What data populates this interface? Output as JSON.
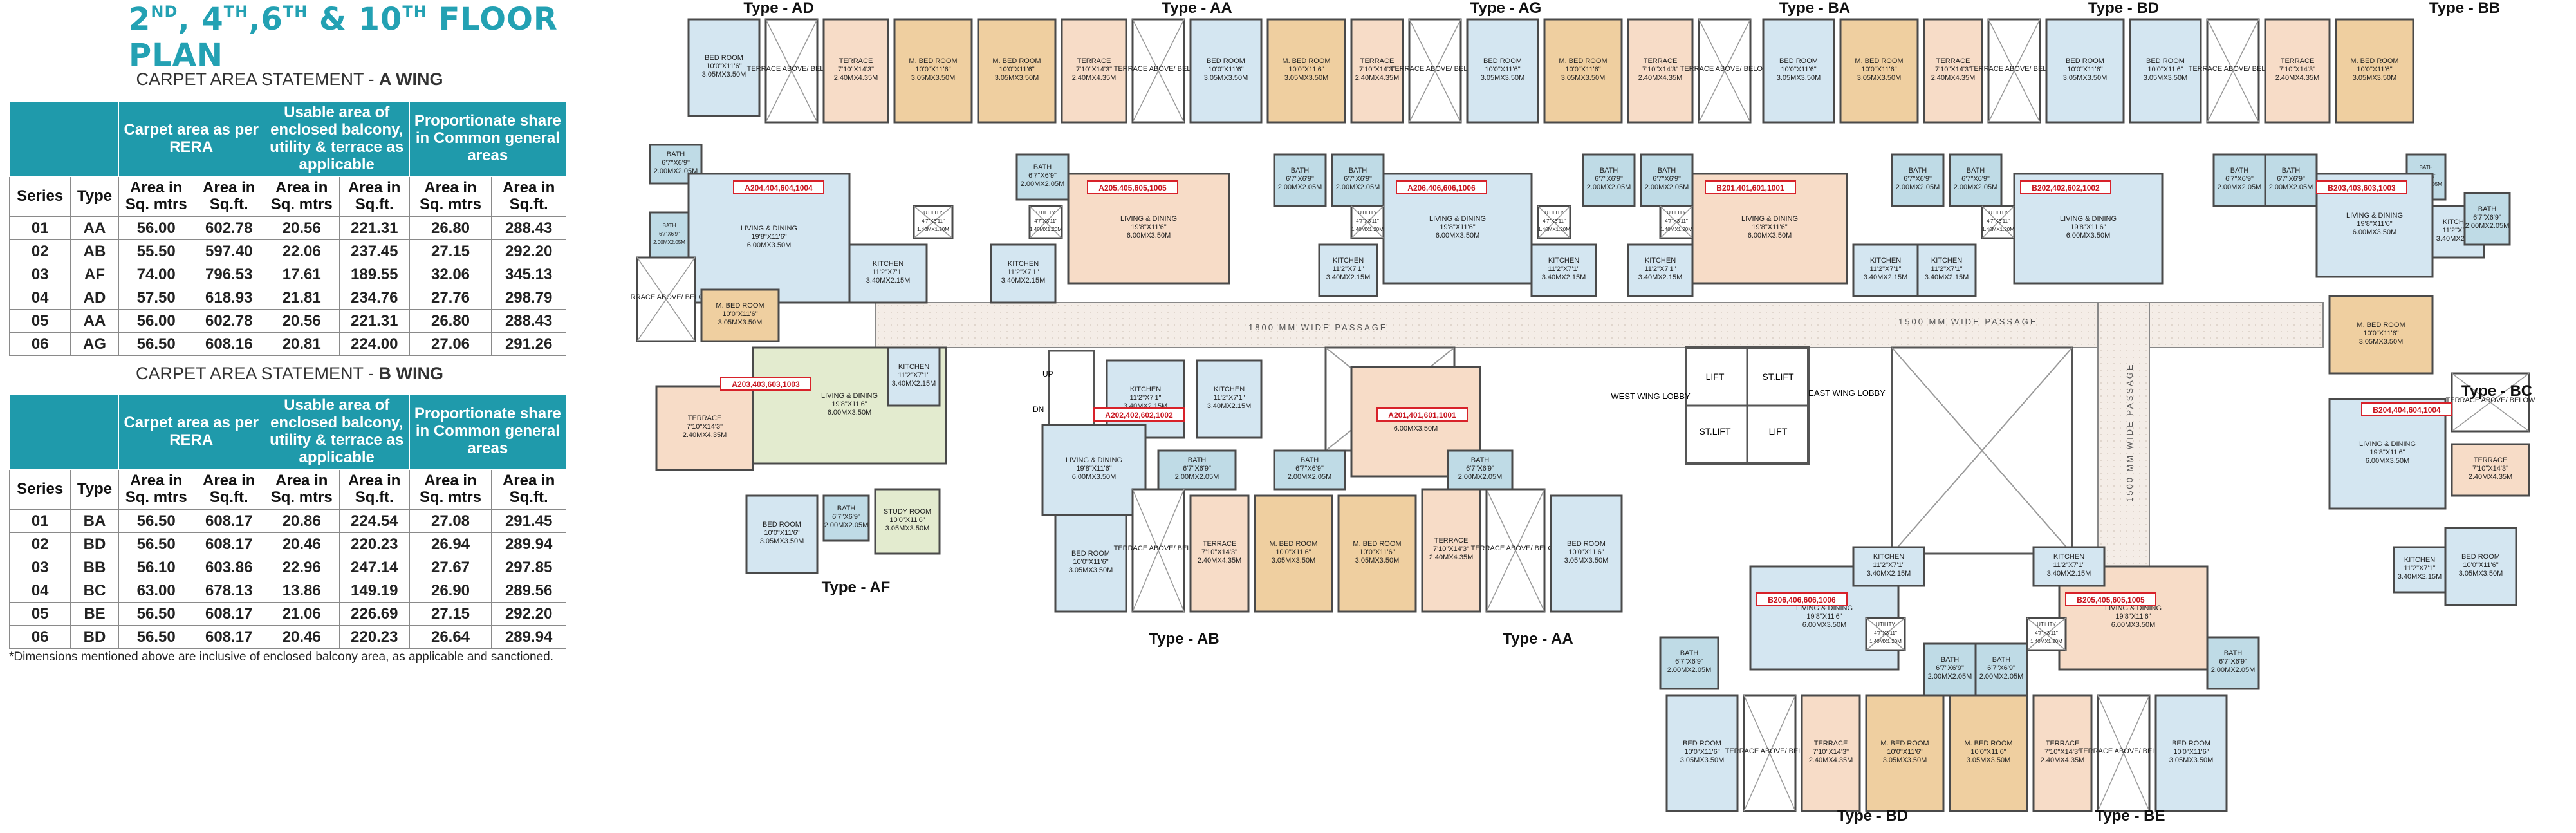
{
  "title": {
    "p1": "2",
    "s1": "ND",
    "p2": ", 4",
    "s2": "TH",
    "p3": ",6",
    "s3": "TH",
    "p4": " & 10",
    "s4": "TH",
    "p5": " FLOOR PLAN"
  },
  "a_statement": {
    "label": "CARPET AREA STATEMENT - ",
    "wing": "A WING"
  },
  "b_statement": {
    "label": "CARPET AREA STATEMENT - ",
    "wing": "B WING"
  },
  "table_headers": {
    "series": "Series",
    "type": "Type",
    "carpet": "Carpet area as per RERA",
    "usable": "Usable area of enclosed balcony, utility & terrace as applicable",
    "share": "Proportionate share in Common general areas",
    "sq_mtrs": "Area in Sq. mtrs",
    "sq_ft": "Area in Sq.ft."
  },
  "a_rows": [
    [
      "01",
      "AA",
      "56.00",
      "602.78",
      "20.56",
      "221.31",
      "26.80",
      "288.43"
    ],
    [
      "02",
      "AB",
      "55.50",
      "597.40",
      "22.06",
      "237.45",
      "27.15",
      "292.20"
    ],
    [
      "03",
      "AF",
      "74.00",
      "796.53",
      "17.61",
      "189.55",
      "32.06",
      "345.13"
    ],
    [
      "04",
      "AD",
      "57.50",
      "618.93",
      "21.81",
      "234.76",
      "27.76",
      "298.79"
    ],
    [
      "05",
      "AA",
      "56.00",
      "602.78",
      "20.56",
      "221.31",
      "26.80",
      "288.43"
    ],
    [
      "06",
      "AG",
      "56.50",
      "608.16",
      "20.81",
      "224.00",
      "27.06",
      "291.26"
    ]
  ],
  "b_rows": [
    [
      "01",
      "BA",
      "56.50",
      "608.17",
      "20.86",
      "224.54",
      "27.08",
      "291.45"
    ],
    [
      "02",
      "BD",
      "56.50",
      "608.17",
      "20.46",
      "220.23",
      "26.94",
      "289.94"
    ],
    [
      "03",
      "BB",
      "56.10",
      "603.86",
      "22.96",
      "247.14",
      "27.67",
      "297.85"
    ],
    [
      "04",
      "BC",
      "63.00",
      "678.13",
      "13.86",
      "149.19",
      "26.90",
      "289.56"
    ],
    [
      "05",
      "BE",
      "56.50",
      "608.17",
      "21.06",
      "226.69",
      "27.15",
      "292.20"
    ],
    [
      "06",
      "BD",
      "56.50",
      "608.17",
      "20.46",
      "220.23",
      "26.64",
      "289.94"
    ]
  ],
  "footnote": "*Dimensions mentioned above are inclusive of enclosed balcony area, as applicable and sanctioned.",
  "plan": {
    "type_labels": [
      "Type - AD",
      "Type - AA",
      "Type - AG",
      "Type - BA",
      "Type - BD",
      "Type - BB",
      "Type - BC",
      "Type - AF",
      "Type - AB",
      "Type - AA",
      "Type - BD",
      "Type - BE"
    ],
    "unit_tags": [
      "A204,404,604,1004",
      "A205,405,605,1005",
      "A206,406,606,1006",
      "B201,401,601,1001",
      "B202,402,602,1002",
      "B203,403,603,1003",
      "A203,403,603,1003",
      "A202,402,602,1002",
      "A201,401,601,1001",
      "B204,404,604,1004",
      "B206,406,606,1006",
      "B205,405,605,1005"
    ],
    "passage_1": "1800 MM WIDE PASSAGE",
    "passage_2": "1500 MM WIDE PASSAGE",
    "passage_3": "1500 MM WIDE PASSAGE",
    "lift": "LIFT",
    "st_lift": "ST.LIFT",
    "west_lobby": "WEST WING LOBBY",
    "east_lobby": "EAST WING LOBBY",
    "up": "UP",
    "dn": "DN",
    "rooms": {
      "bed": "BED ROOM",
      "mbed": "M. BED ROOM",
      "terrace": "TERRACE",
      "bath": "BATH",
      "kitchen": "KITCHEN",
      "living": "LIVING & DINING",
      "utility": "UTILITY",
      "study": "STUDY ROOM",
      "above": "TERRACE ABOVE/ BELOW",
      "bed_dim": "10'0\"X11'6\"",
      "bed_m": "3.05MX3.50M",
      "terr_dim": "7'10\"X14'3\"",
      "terr_m": "2.40MX4.35M",
      "bath_dim": "6'7\"X6'9\"",
      "bath_m": "2.00MX2.05M",
      "kit_dim": "11'2\"X7'1\"",
      "kit_m": "3.40MX2.15M",
      "liv_dim": "19'8\"X11'6\"",
      "liv_m": "6.00MX3.50M",
      "util_dim": "4'7\"X3'11\"",
      "util_m": "1.40MX1.20M"
    }
  },
  "colors": {
    "teal": "#1f9aab",
    "title": "#23a1b3",
    "blue": "#d4e6f1",
    "peach": "#f7dcc7",
    "tan": "#efcfa0",
    "green": "#e3ebcf",
    "cyan": "#bfdbe6",
    "passage": "#f4ede7"
  }
}
